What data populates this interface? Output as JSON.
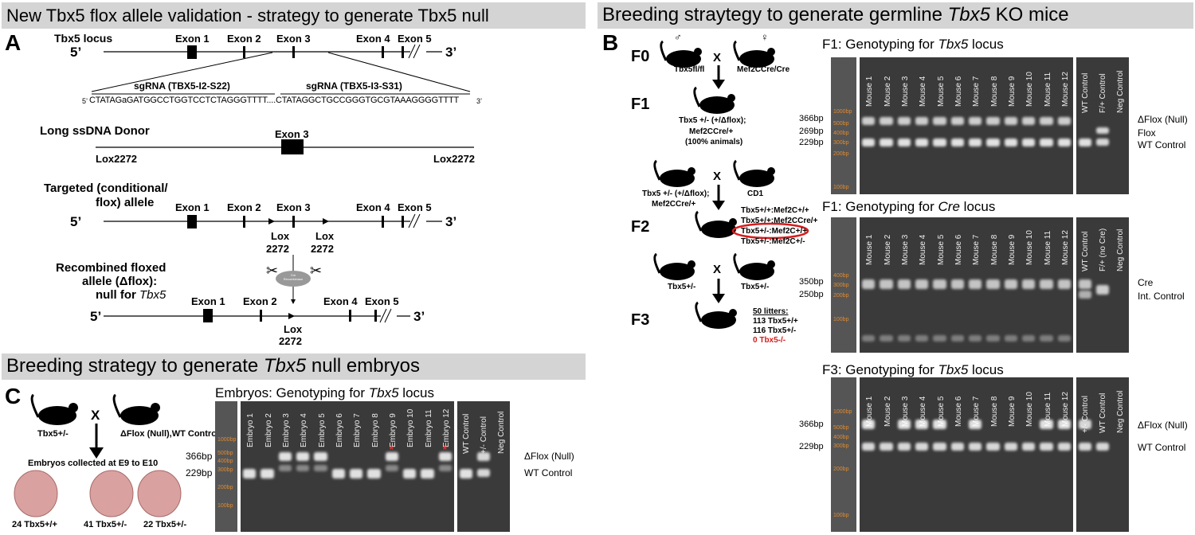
{
  "panelA": {
    "header": "New Tbx5 flox allele validation - strategy to generate Tbx5 null",
    "letter": "A",
    "locus_label": "Tbx5 locus",
    "five": "5’",
    "three": "3’",
    "exons": [
      "Exon 1",
      "Exon 2",
      "Exon 3",
      "Exon 4",
      "Exon 5"
    ],
    "sgrna1": "sgRNA (TBX5-I2-S22)",
    "sgrna2": "sgRNA (TBX5-I3-S31)",
    "seq_5": "5’",
    "seq": "CTATAGaGATGGCCTGGTCCTCTAGGGTTTT....CTATAGGCTGCCGGGTGCGTAAAGGGGTTTT",
    "seq_3": "3’",
    "donor_label": "Long ssDNA Donor",
    "donor_exon": "Exon 3",
    "lox2272": "Lox2272",
    "targeted_label_1": "Targeted (conditional/",
    "targeted_label_2": "flox) allele",
    "lox": "Lox",
    "num2272": "2272",
    "cre": "Cre Recombinase",
    "recomb_1": "Recombined  floxed",
    "recomb_2": "allele (Δflox):",
    "recomb_3": "null for",
    "recomb_3i": "Tbx5"
  },
  "panelB": {
    "header_pre": "Breeding straytegy to generate germline ",
    "header_it": "Tbx5",
    "header_post": " KO mice",
    "letter": "B",
    "gens": [
      "F0",
      "F1",
      "F2",
      "F3"
    ],
    "male": "♂",
    "female": "♀",
    "x": "X",
    "f0_left": "Tbx5fl/fl",
    "f0_right": "Mef2CCre/Cre",
    "f1_1": "Tbx5 +/- (+/Δflox);",
    "f1_2": "Mef2CCre/+",
    "f1_3": "(100% animals)",
    "f2_left_1": "Tbx5 +/- (+/Δflox);",
    "f2_left_2": "Mef2CCre/+",
    "f2_right": "CD1",
    "f2_geno": [
      "Tbx5+/+:Mef2C+/+",
      "Tbx5+/+:Mef2CCre/+",
      "Tbx5+/-:Mef2C+/+",
      "Tbx5+/-:Mef2C+/-"
    ],
    "f3_left": "Tbx5+/-",
    "f3_right": "Tbx5+/-",
    "litters": "50 litters:",
    "f3_res": [
      "113 Tbx5+/+",
      "116 Tbx5+/-",
      "0 Tbx5-/-"
    ]
  },
  "gel1": {
    "title_pre": "F1: Genotyping for ",
    "title_it": "Tbx5",
    "title_post": " locus",
    "lanes": [
      "Mouse 1",
      "Mouse 2",
      "Mouse 3",
      "Mouse 4",
      "Mouse 5",
      "Mouse 6",
      "Mouse 7",
      "Mouse 8",
      "Mouse 9",
      "Mouse 10",
      "Mouse 11",
      "Mouse 12"
    ],
    "ctrl": [
      "WT Control",
      "F/+ Control",
      "Neg Control"
    ],
    "sizes": [
      "366bp",
      "269bp",
      "229bp"
    ],
    "right": [
      "ΔFlox (Null)",
      "Flox",
      "WT Control"
    ],
    "ladder": [
      "1000bp",
      "500bp",
      "400bp",
      "300bp",
      "200bp",
      "100bp"
    ]
  },
  "gel2": {
    "title_pre": "F1: Genotyping for ",
    "title_it": "Cre",
    "title_post": " locus",
    "lanes": [
      "Mouse 1",
      "Mouse 2",
      "Mouse 3",
      "Mouse 4",
      "Mouse 5",
      "Mouse 6",
      "Mouse 7",
      "Mouse 8",
      "Mouse 9",
      "Mouse 10",
      "Mouse 11",
      "Mouse 12"
    ],
    "ctrl": [
      "WT Control",
      "F/+ (no Cre)",
      "Neg Control"
    ],
    "sizes": [
      "350bp",
      "250bp"
    ],
    "right": [
      "Cre",
      "Int. Control"
    ],
    "ladder": [
      "400bp",
      "300bp",
      "200bp",
      "100bp"
    ]
  },
  "gel3": {
    "title_pre": "F3: Genotyping for ",
    "title_it": "Tbx5",
    "title_post": " locus",
    "lanes": [
      "Mouse 1",
      "Mouse 2",
      "Mouse 3",
      "Mouse 4",
      "Mouse 5",
      "Mouse 6",
      "Mouse 7",
      "Mouse 8",
      "Mouse 9",
      "Mouse 10",
      "Mouse 11",
      "Mouse 12"
    ],
    "ctrl": [
      "+/- Control",
      "WT Control",
      "Neg Control"
    ],
    "sizes": [
      "366bp",
      "229bp"
    ],
    "right": [
      "ΔFlox (Null)",
      "WT Control"
    ],
    "ladder": [
      "1000bp",
      "500bp",
      "400bp",
      "300bp",
      "200bp",
      "100bp"
    ]
  },
  "panelC": {
    "header_pre": "Breeding strategy to generate ",
    "header_it": "Tbx5",
    "header_post": " null embryos",
    "letter": "C",
    "x": "X",
    "left": "Tbx5+/-",
    "right": [
      "ΔFlox (Null)",
      "WT Control"
    ],
    "collected": "Embryos collected at E9 to E10",
    "counts": [
      "24 Tbx5+/+",
      "41 Tbx5+/-",
      "22 Tbx5+/-"
    ],
    "gel_title_pre": "Embryos: Genotyping for ",
    "gel_title_it": "Tbx5",
    "gel_title_post": " locus",
    "lanes": [
      "Embryo 1",
      "Embryo 2",
      "Embryo 3",
      "Embryo 4",
      "Embryo 5",
      "Embryo 6",
      "Embryo 7",
      "Embryo 8",
      "Embryo 9",
      "Embryo 10",
      "Embryo 11",
      "Embryo 12"
    ],
    "ctrl": [
      "WT Control",
      "+/- Control",
      "Neg Control"
    ],
    "sizes": [
      "366bp",
      "229bp"
    ],
    "ladder": [
      "1000bp",
      "500bp",
      "400bp",
      "300bp",
      "200bp",
      "100bp"
    ],
    "star": "*"
  }
}
